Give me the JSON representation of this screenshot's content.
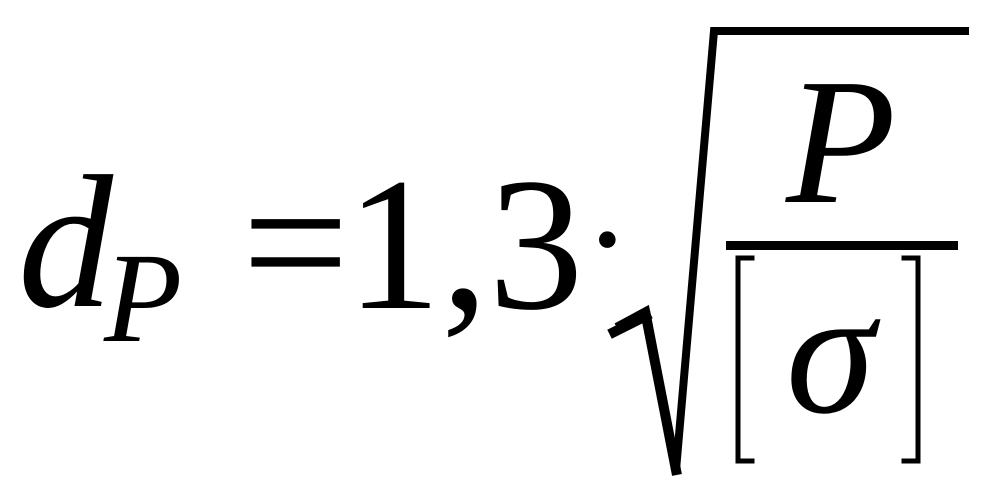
{
  "formula": {
    "lhs_variable": "d",
    "lhs_subscript": "P",
    "equals_sign": "=",
    "coefficient": "1,3",
    "multiply_sign": "·",
    "numerator": "P",
    "denominator_symbol": "σ",
    "root_icon": "square-root-radical-icon",
    "bracket_icons": [
      "left-square-bracket-icon",
      "right-square-bracket-icon"
    ]
  }
}
